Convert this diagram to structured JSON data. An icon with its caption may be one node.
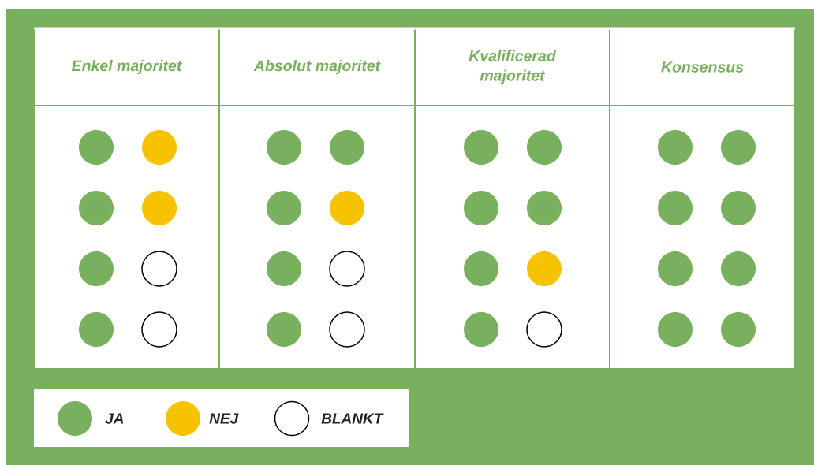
{
  "diagram": {
    "nodes": [
      {
        "text": [
          "Enkel majoritet"
        ]
      },
      {
        "text": [
          "Absolut majoritet"
        ]
      },
      {
        "text": [
          "Kvalificerad majoritet"
        ]
      },
      {
        "text": [
          "Konsensus"
        ]
      },
      {
        "text": [],
        "shape": "circle",
        "in": 0
      },
      {
        "text": [],
        "shape": "circle",
        "in": 0
      },
      {
        "text": [],
        "shape": "circle",
        "in": 0
      },
      {
        "text": [],
        "shape": "circle",
        "in": 0
      },
      {
        "text": [],
        "shape": "circle",
        "in": 0
      },
      {
        "text": [],
        "shape": "circle",
        "in": 0
      },
      {
        "text": [],
        "shape": "circle",
        "in": 0
      },
      {
        "text": [],
        "shape": "circle",
        "in": 0
      },
      {
        "text": [],
        "shape": "circle",
        "in": 1
      },
      {
        "text": [],
        "shape": "circle",
        "in": 1
      },
      {
        "text": [],
        "shape": "circle",
        "in": 1
      },
      {
        "text": [],
        "shape": "circle",
        "in": 1
      },
      {
        "text": [],
        "shape": "circle",
        "in": 1
      },
      {
        "text": [],
        "shape": "circle",
        "in": 1
      },
      {
        "text": [],
        "shape": "circle",
        "in": 1
      },
      {
        "text": [],
        "shape": "circle",
        "in": 1
      },
      {
        "text": [],
        "shape": "circle",
        "in": 2
      },
      {
        "text": [],
        "shape": "circle",
        "in": 2
      },
      {
        "text": [],
        "shape": "circle",
        "in": 2
      },
      {
        "text": [],
        "shape": "circle",
        "in": 2
      },
      {
        "text": [],
        "shape": "circle",
        "in": 2
      },
      {
        "text": [],
        "shape": "circle",
        "in": 2
      },
      {
        "text": [],
        "shape": "circle",
        "in": 2
      },
      {
        "text": [],
        "shape": "circle",
        "in": 2
      },
      {
        "text": [],
        "shape": "circle",
        "in": 3
      },
      {
        "text": [],
        "shape": "circle",
        "in": 3
      },
      {
        "text": [],
        "shape": "circle",
        "in": 3
      },
      {
        "text": [],
        "shape": "circle",
        "in": 3
      },
      {
        "text": [],
        "shape": "circle",
        "in": 3
      },
      {
        "text": [],
        "shape": "circle",
        "in": 3
      },
      {
        "text": [],
        "shape": "circle",
        "in": 3
      },
      {
        "text": [],
        "shape": "circle",
        "in": 3
      }
    ],
    "legend": [
      {
        "text": "JA",
        "color": "#79b05d"
      },
      {
        "text": "NEJ",
        "color": "#f7c200"
      },
      {
        "text": "BLANKT"
      }
    ]
  }
}
